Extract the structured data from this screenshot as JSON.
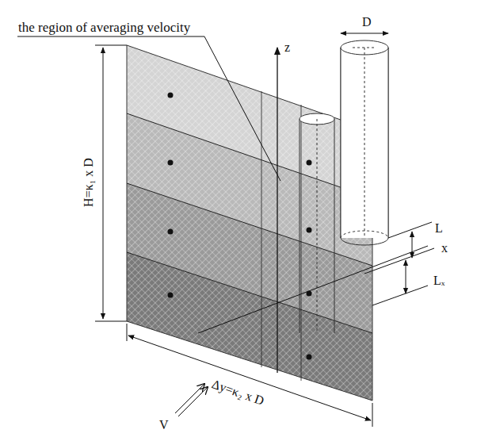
{
  "diagram": {
    "labels": [
      "the region of averaging velocity",
      "z",
      "D",
      "H=κ₁ x D",
      "Δy=κ₂ x D",
      "V",
      "L",
      "x",
      "Lₓ"
    ]
  }
}
